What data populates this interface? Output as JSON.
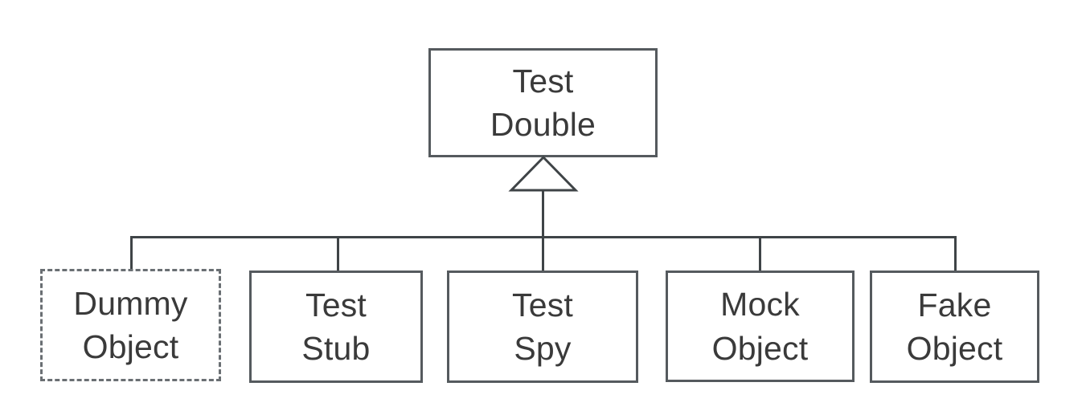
{
  "diagram": {
    "type": "uml-class-hierarchy",
    "title": "Test Double",
    "relationship": "generalization",
    "stroke_color": "#3f4447",
    "box_border_color": "#555a5e",
    "dashed_border_color": "#6a6f73",
    "text_color": "#3a3a3a",
    "background_color": "#ffffff",
    "parent": {
      "id": "test-double",
      "label_line1": "Test",
      "label_line2": "Double",
      "border_style": "solid"
    },
    "children": [
      {
        "id": "dummy-object",
        "label_line1": "Dummy",
        "label_line2": "Object",
        "border_style": "dashed"
      },
      {
        "id": "test-stub",
        "label_line1": "Test",
        "label_line2": "Stub",
        "border_style": "solid"
      },
      {
        "id": "test-spy",
        "label_line1": "Test",
        "label_line2": "Spy",
        "border_style": "solid"
      },
      {
        "id": "mock-object",
        "label_line1": "Mock",
        "label_line2": "Object",
        "border_style": "solid"
      },
      {
        "id": "fake-object",
        "label_line1": "Fake",
        "label_line2": "Object",
        "border_style": "solid"
      }
    ]
  }
}
